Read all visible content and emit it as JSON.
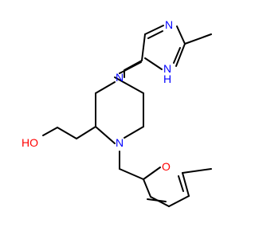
{
  "molecule": {
    "atom_labels": {
      "ho": "HO",
      "n_piperazine_top": "N",
      "n_piperazine_bottom": "N",
      "n_imidazole_top": "N",
      "nh_imidazole": "N",
      "h_imidazole": "H",
      "o_furan": "O"
    },
    "colors": {
      "bond": "#000000",
      "nitrogen": "#0000ff",
      "oxygen": "#ff0000",
      "background": "#ffffff"
    }
  }
}
